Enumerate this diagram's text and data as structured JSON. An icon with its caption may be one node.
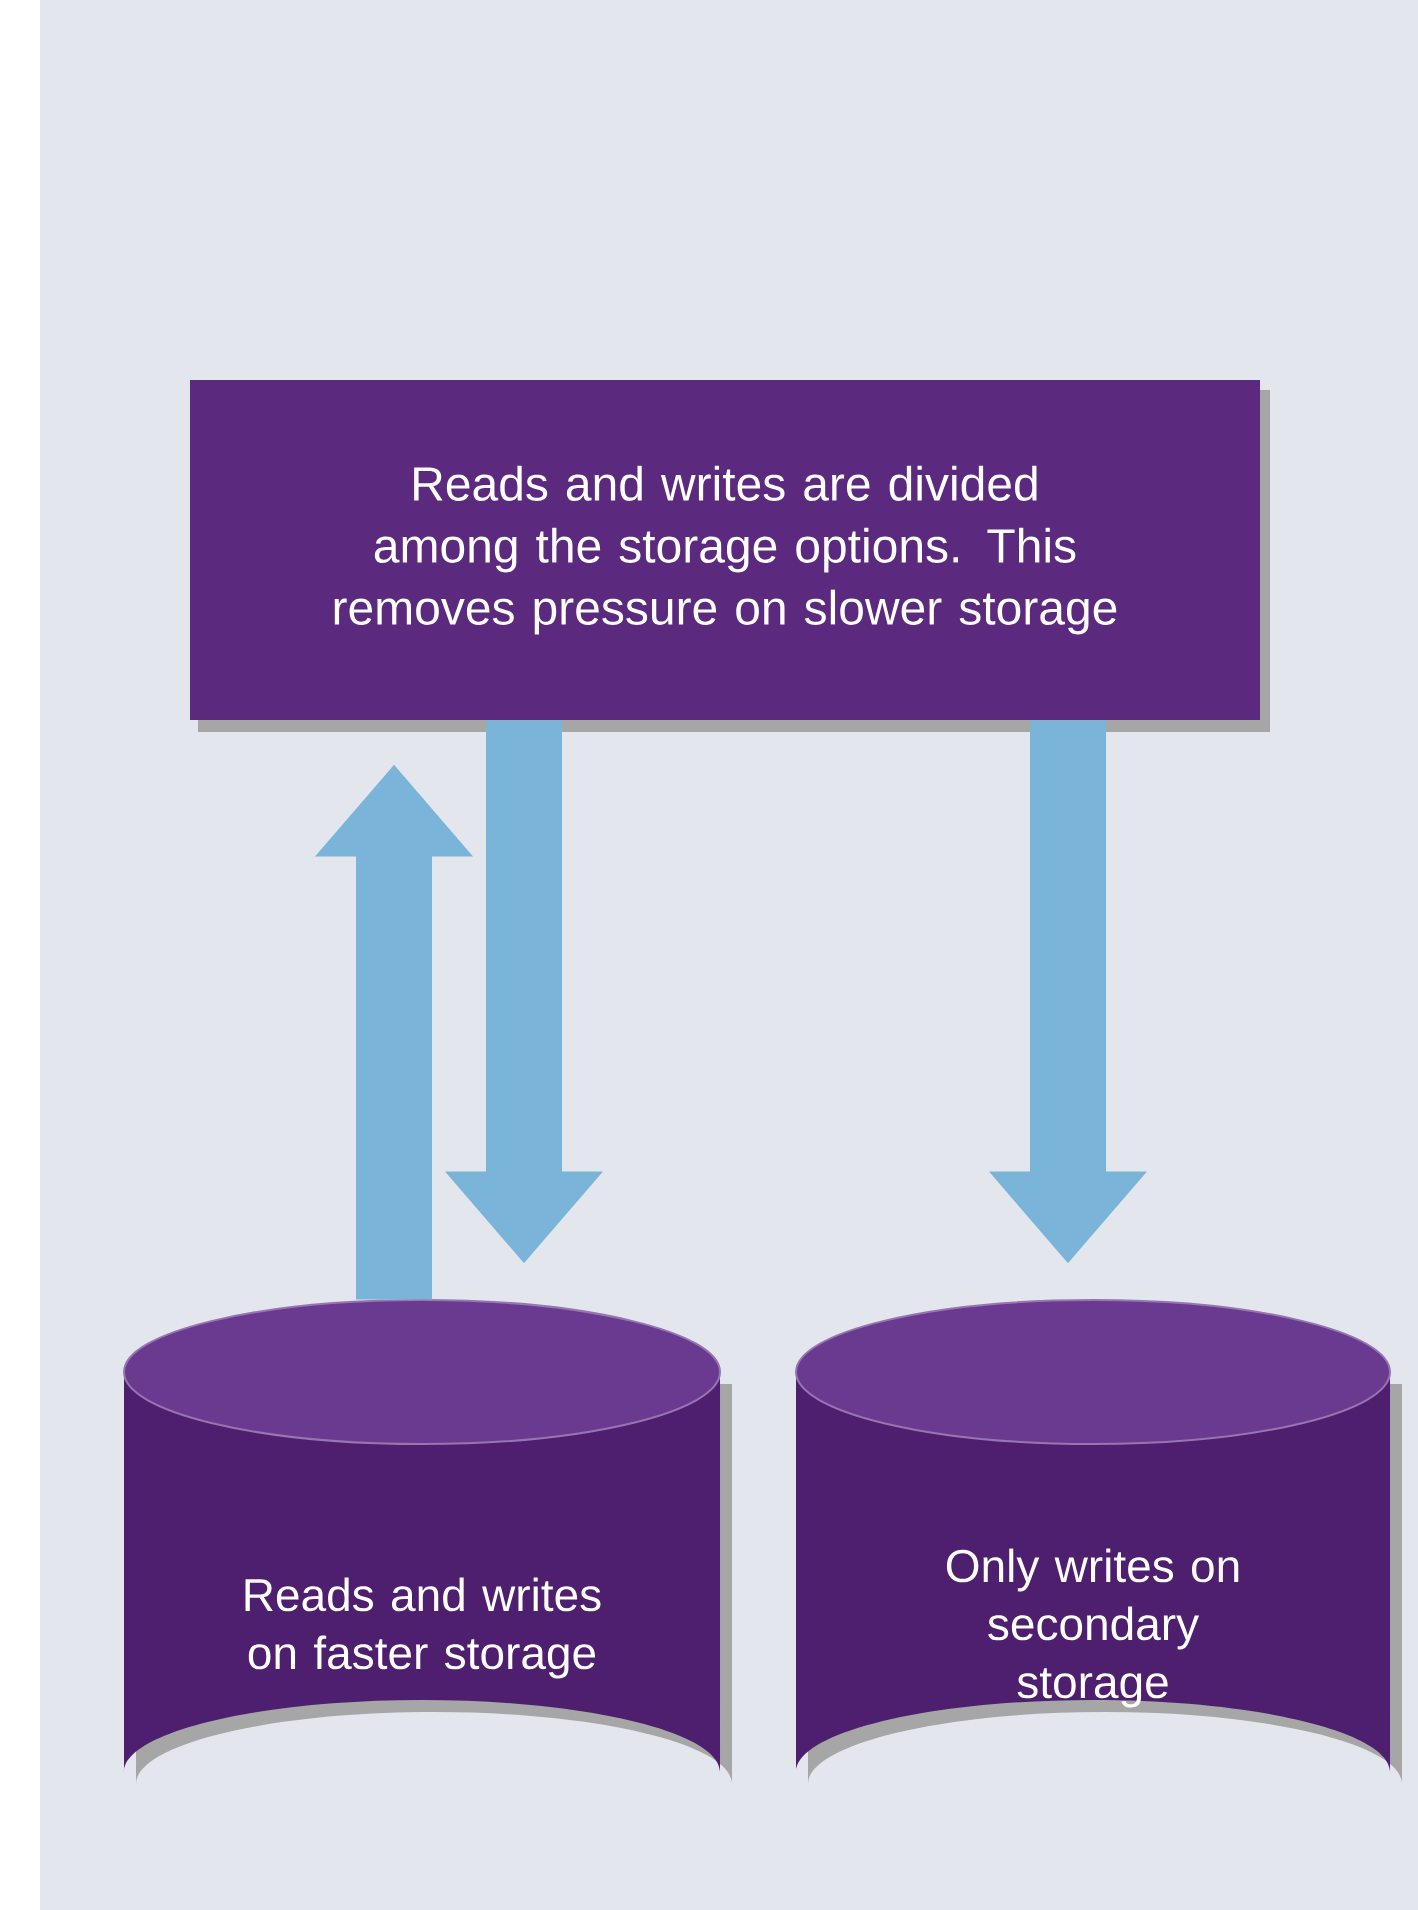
{
  "diagram": {
    "nodes": [
      {
        "text": [
          "Reads and writes are divided among the storage options.  This removes pressure on slower storage"
        ]
      },
      {
        "text": [
          "Reads and writes on faster storage"
        ]
      },
      {
        "text": [
          "Only writes on secondary storage"
        ]
      }
    ],
    "edges": [
      {
        "from": 1,
        "to": 0,
        "arrow": "to"
      },
      {
        "from": 0,
        "to": 1,
        "arrow": "to"
      },
      {
        "from": 0,
        "to": 2,
        "arrow": "to"
      }
    ]
  }
}
